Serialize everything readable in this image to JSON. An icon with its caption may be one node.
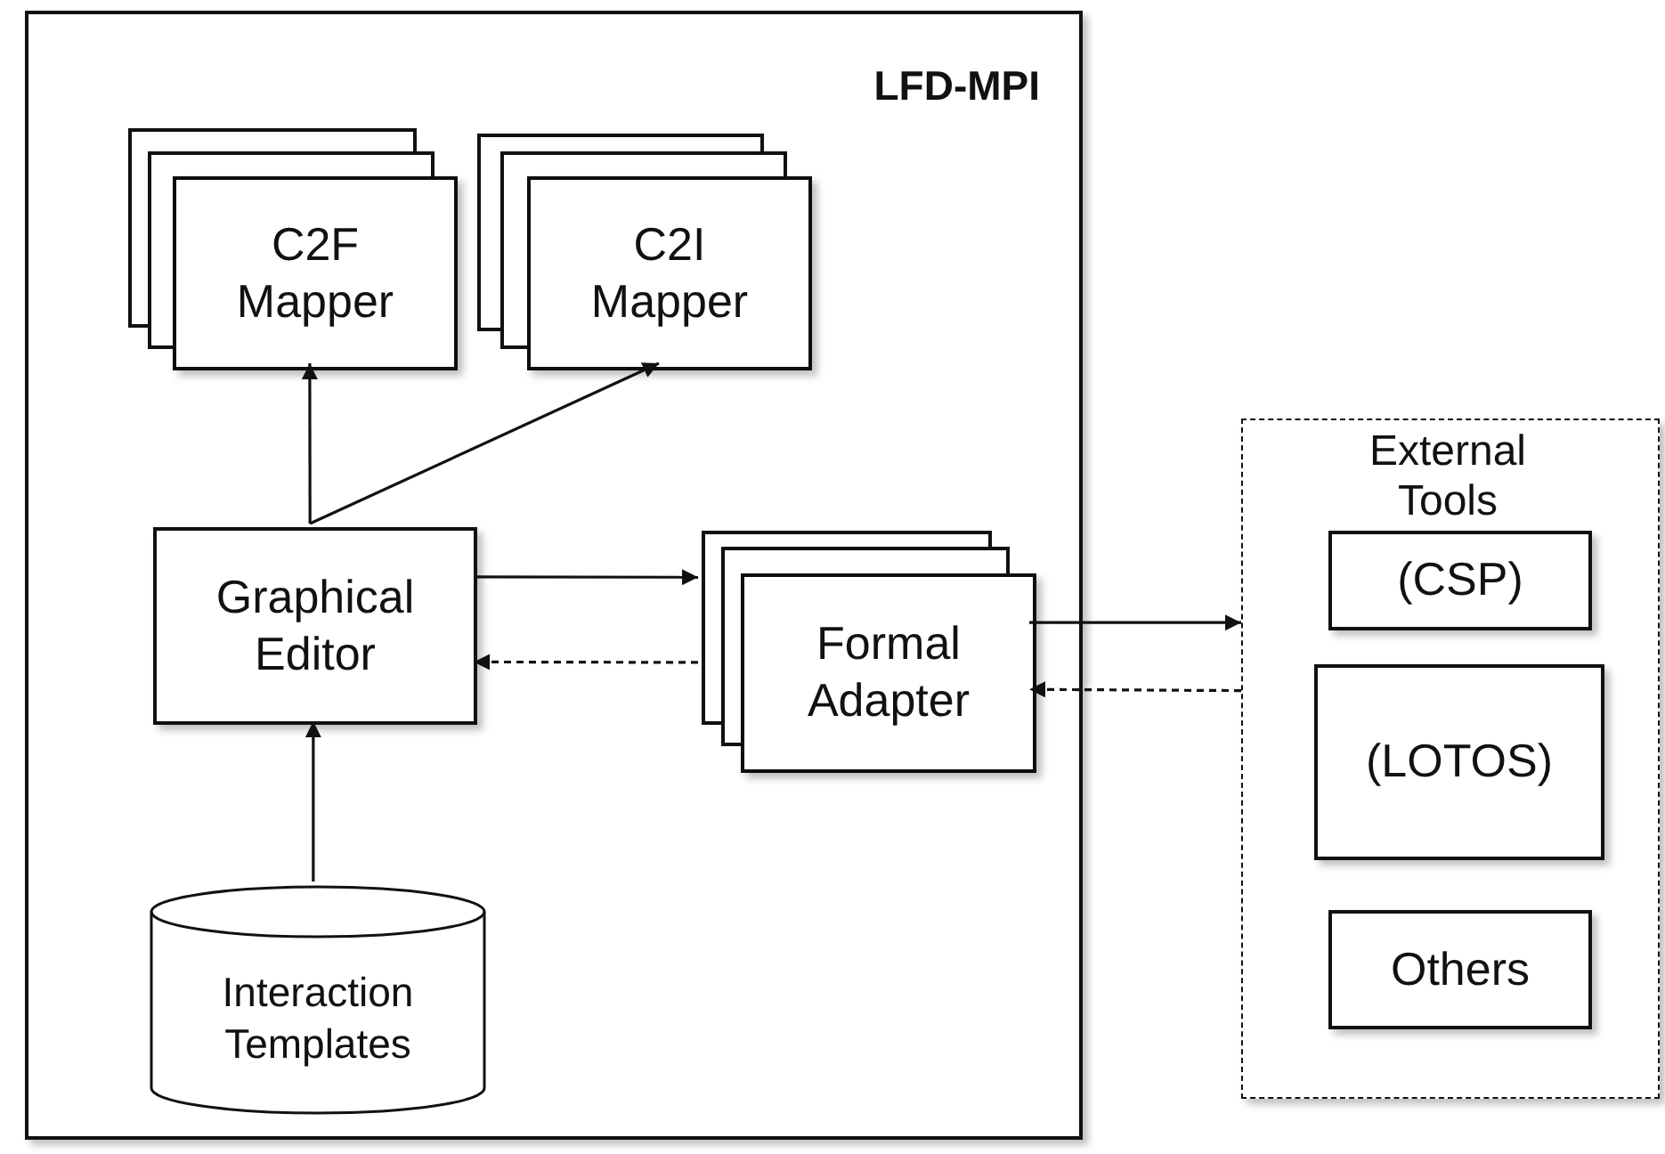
{
  "diagram": {
    "nodes": [
      {
        "text": [
          "LFD-MPI"
        ]
      },
      {
        "text": [
          "C2F Mapper"
        ],
        "in": 0
      },
      {
        "text": [
          "C2I Mapper"
        ],
        "in": 0
      },
      {
        "text": [
          "Graphical Editor"
        ],
        "in": 0
      },
      {
        "text": [
          "Formal Adapter"
        ],
        "in": 0
      },
      {
        "text": [
          "Interaction Templates"
        ],
        "in": 0
      },
      {
        "text": [
          "External Tools"
        ]
      },
      {
        "text": [
          "(CSP)"
        ],
        "in": 6
      },
      {
        "text": [
          "(LOTOS)"
        ],
        "in": 6
      },
      {
        "text": [
          "Others"
        ],
        "in": 6
      }
    ],
    "edges": [
      {
        "from": 3,
        "to": 1,
        "arrow": "to"
      },
      {
        "from": 3,
        "to": 2,
        "arrow": "to"
      },
      {
        "from": 3,
        "to": 4,
        "arrow": "to"
      },
      {
        "from": 4,
        "to": 3,
        "arrow": "to",
        "style": "dashed"
      },
      {
        "from": 4,
        "to": 6,
        "arrow": "to"
      },
      {
        "from": 6,
        "to": 4,
        "arrow": "to",
        "style": "dashed"
      },
      {
        "from": 5,
        "to": 3,
        "arrow": "to"
      }
    ]
  }
}
